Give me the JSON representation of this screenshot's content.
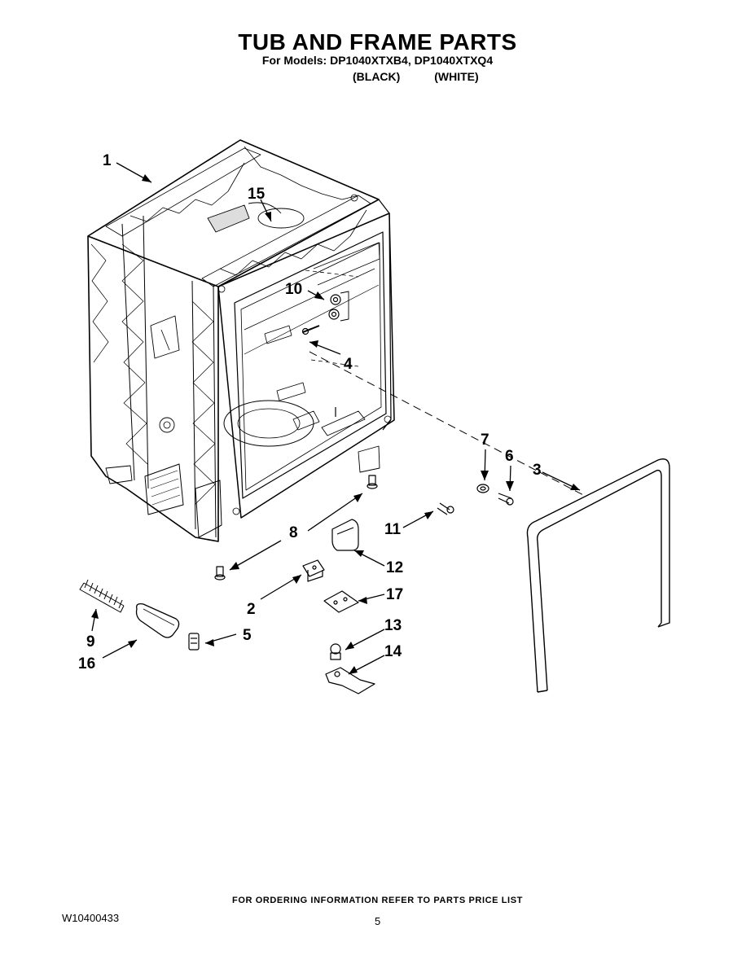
{
  "header": {
    "title": "TUB AND FRAME PARTS",
    "models": "For Models: DP1040XTXB4, DP1040XTXQ4",
    "color_black": "(BLACK)",
    "color_white": "(WHITE)"
  },
  "callouts": [
    "1",
    "15",
    "10",
    "4",
    "7",
    "6",
    "3",
    "8",
    "11",
    "12",
    "2",
    "17",
    "9",
    "16",
    "5",
    "13",
    "14"
  ],
  "footer": {
    "ordering_note": "FOR ORDERING INFORMATION REFER TO PARTS PRICE LIST",
    "doc_number": "W10400433",
    "page_number": "5"
  }
}
